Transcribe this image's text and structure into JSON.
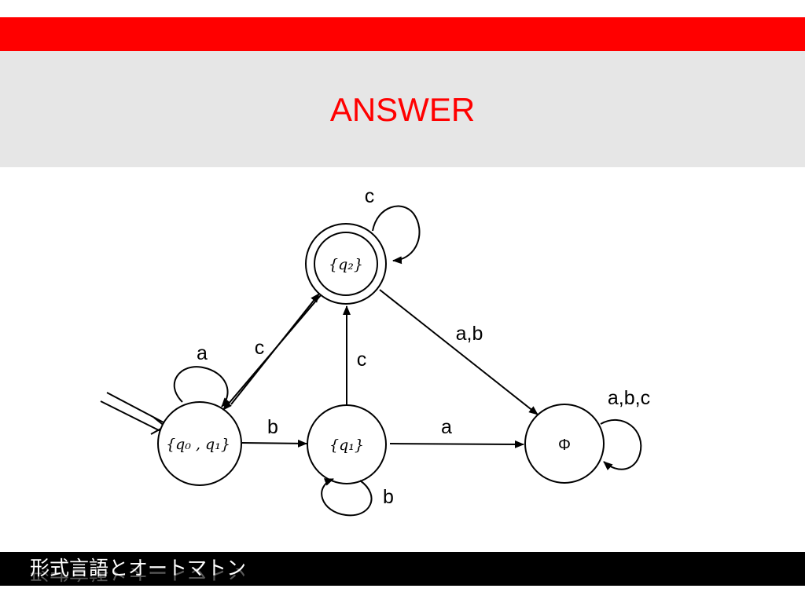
{
  "slide": {
    "title": "ANSWER",
    "footer": "形式言語とオートマトン"
  },
  "colors": {
    "accent": "#ff0000",
    "band": "#e6e6e6",
    "footer_bg": "#000000"
  },
  "diagram": {
    "states": [
      {
        "id": "q0q1",
        "label": "{q₀ , q₁}",
        "initial": true,
        "accepting": false
      },
      {
        "id": "q1",
        "label": "{q₁}",
        "initial": false,
        "accepting": false
      },
      {
        "id": "q2",
        "label": "{q₂}",
        "initial": false,
        "accepting": true
      },
      {
        "id": "phi",
        "label": "Φ",
        "initial": false,
        "accepting": false
      }
    ],
    "transitions": [
      {
        "from": "q0q1",
        "to": "q0q1",
        "label": "a"
      },
      {
        "from": "q0q1",
        "to": "q2",
        "label": "c"
      },
      {
        "from": "q0q1",
        "to": "q1",
        "label": "b"
      },
      {
        "from": "q1",
        "to": "q2",
        "label": "c"
      },
      {
        "from": "q1",
        "to": "q1",
        "label": "b"
      },
      {
        "from": "q1",
        "to": "phi",
        "label": "a"
      },
      {
        "from": "q2",
        "to": "q2",
        "label": "c"
      },
      {
        "from": "q2",
        "to": "phi",
        "label": "a,b"
      },
      {
        "from": "phi",
        "to": "phi",
        "label": "a,b,c"
      }
    ]
  }
}
